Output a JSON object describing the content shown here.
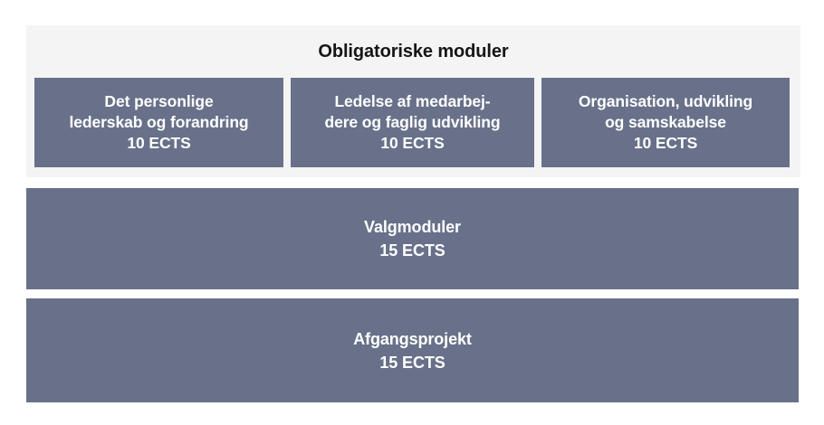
{
  "diagram": {
    "title": "Obligatoriske moduler",
    "colors": {
      "panel_background": "#f4f4f4",
      "module_box": "#687189",
      "module_text": "#ffffff",
      "title_text": "#161616",
      "page_background": "#ffffff"
    },
    "mandatory_modules": [
      {
        "line1": "Det personlige",
        "line2": "lederskab og forandring",
        "credits": "10 ECTS"
      },
      {
        "line1": "Ledelse af medarbej-",
        "line2": "dere og faglig udvikling",
        "credits": "10 ECTS"
      },
      {
        "line1": "Organisation, udvikling",
        "line2": "og samskabelse",
        "credits": "10 ECTS"
      }
    ],
    "elective": {
      "name": "Valgmoduler",
      "credits": "15 ECTS"
    },
    "final_project": {
      "name": "Afgangsprojekt",
      "credits": "15 ECTS"
    }
  }
}
